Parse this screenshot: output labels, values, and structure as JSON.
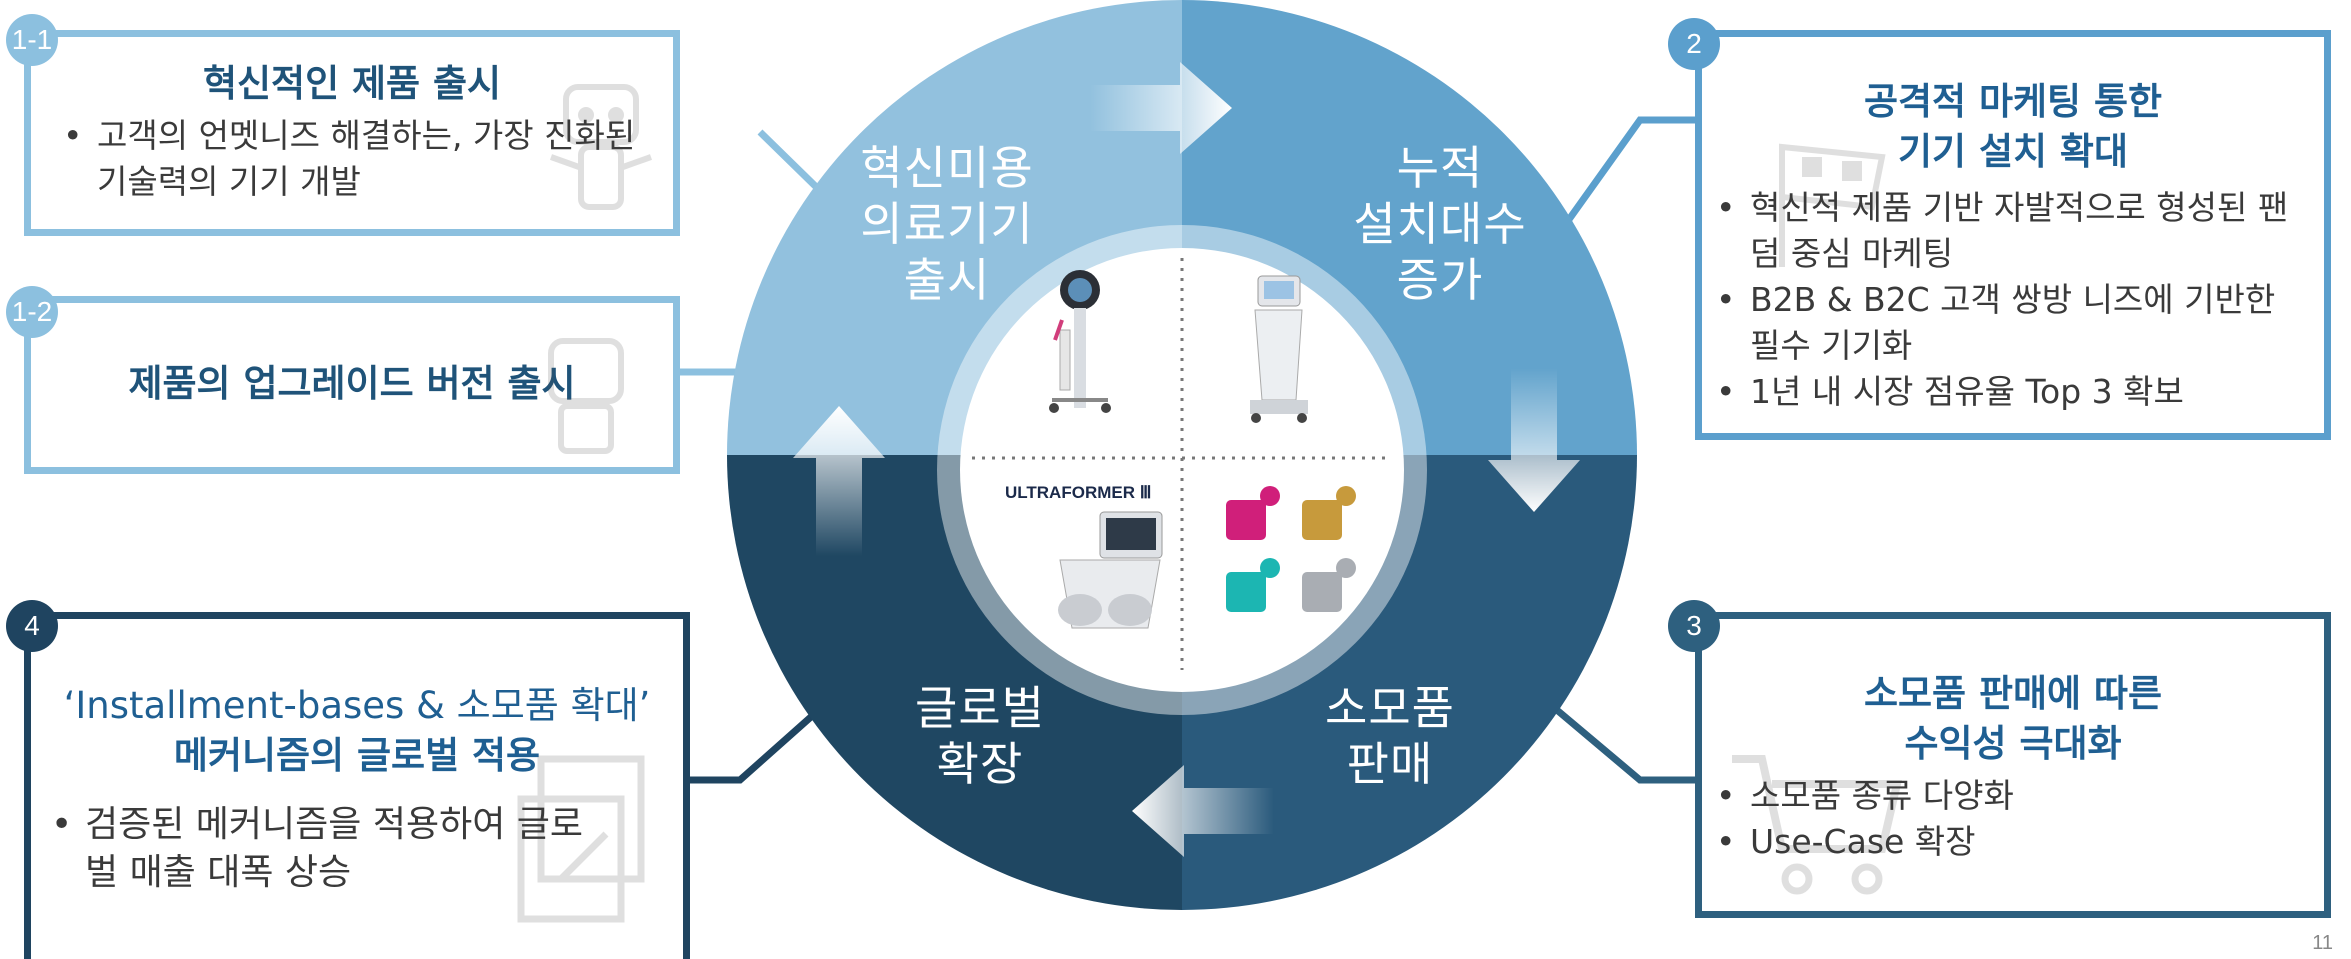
{
  "colors": {
    "light_blue": "#92c1de",
    "mid_blue": "#62a3cc",
    "dark_blue": "#2a5a7c",
    "navy": "#1f4762",
    "light_border": "#8cc0df",
    "mid_border": "#5b9fcd",
    "dark_border": "#2e607f",
    "navy_border": "#1f4460"
  },
  "wheel": {
    "q1_label": [
      "혁신미용",
      "의료기기",
      "출시"
    ],
    "q2_label": [
      "누적",
      "설치대수",
      "증가"
    ],
    "q3_label": [
      "소모품",
      "판매"
    ],
    "q4_label": [
      "글로벌",
      "확장"
    ],
    "product_logo": "ULTRAFORMER Ⅲ"
  },
  "box_1_1": {
    "badge": "1-1",
    "title": "혁신적인 제품 출시",
    "bullets": [
      "고객의 언멧니즈 해결하는, 가장 진화된 기술력의 기기 개발"
    ]
  },
  "box_1_2": {
    "badge": "1-2",
    "title": "제품의 업그레이드 버전 출시"
  },
  "box_2": {
    "badge": "2",
    "title_lines": [
      "공격적 마케팅 통한",
      "기기 설치 확대"
    ],
    "bullets": [
      "혁신적 제품 기반 자발적으로 형성된 팬덤 중심 마케팅",
      "B2B & B2C 고객 쌍방 니즈에 기반한 필수 기기화",
      "1년 내 시장 점유율 Top 3 확보"
    ]
  },
  "box_3": {
    "badge": "3",
    "title_lines": [
      "소모품 판매에 따른",
      "수익성 극대화"
    ],
    "bullets": [
      "소모품 종류 다양화",
      "Use-Case 확장"
    ]
  },
  "box_4": {
    "badge": "4",
    "title_lines": [
      "‘Installment-bases & 소모품 확대’",
      "메커니즘의 글로벌 적용"
    ],
    "bullets": [
      "검증된 메커니즘을 적용하여 글로벌 매출 대폭 상승"
    ]
  },
  "page_number": "11"
}
